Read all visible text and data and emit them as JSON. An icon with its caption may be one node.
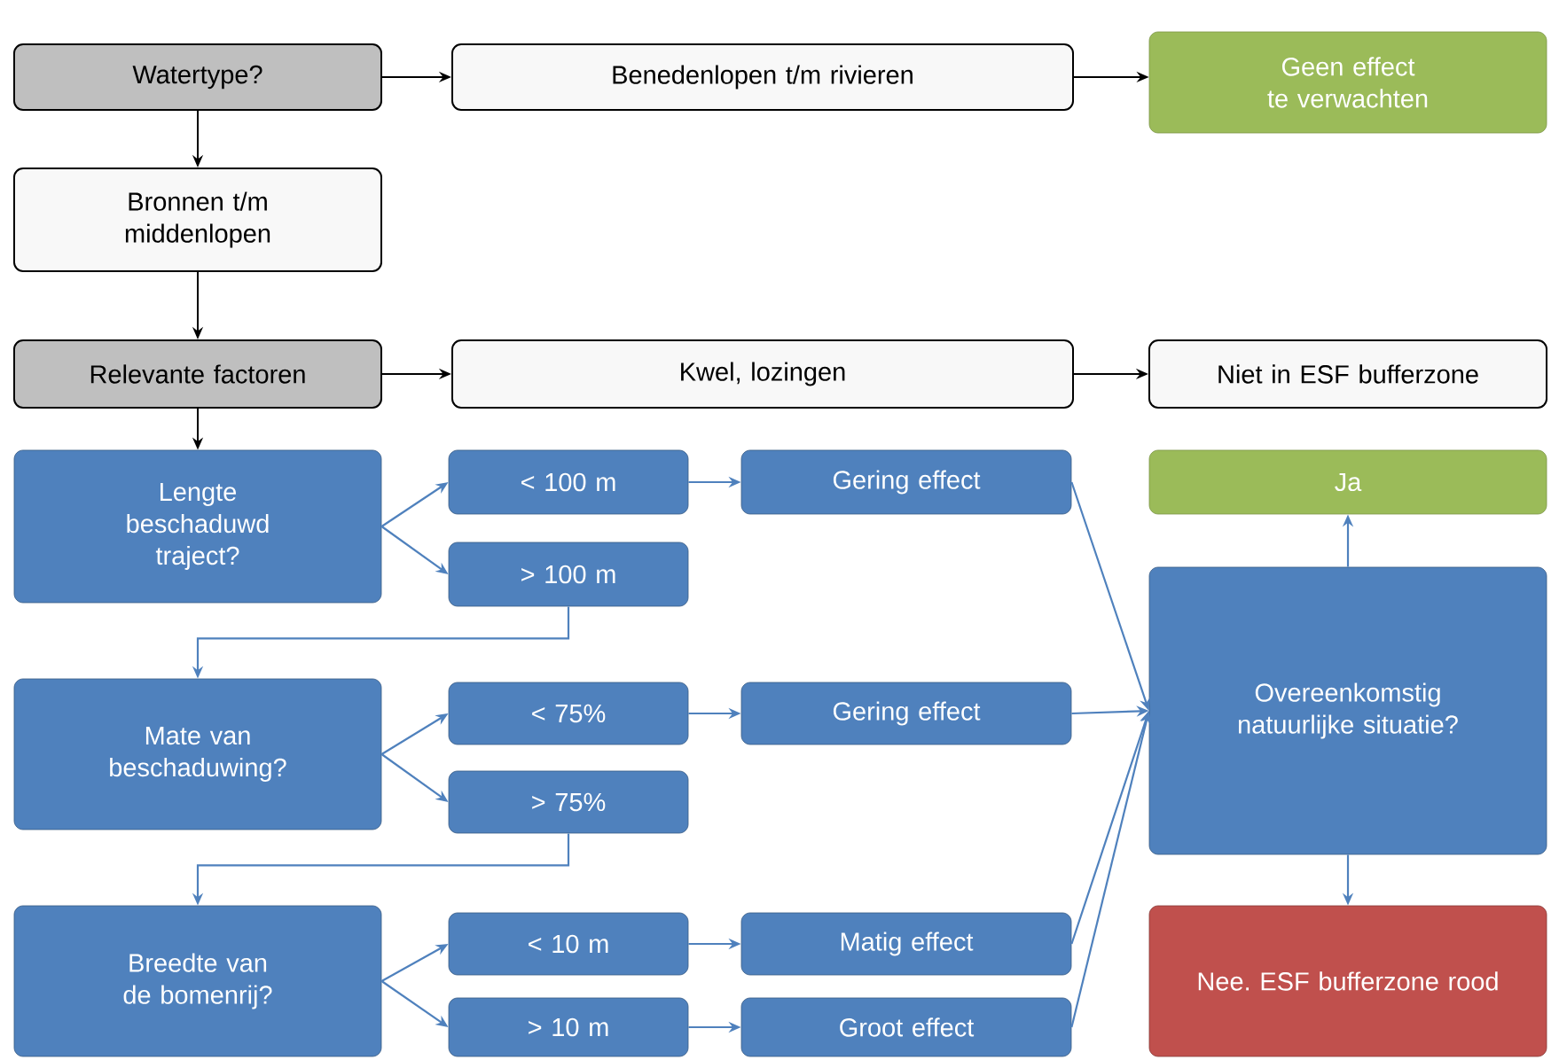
{
  "diagram": {
    "nodes": [
      {
        "text": [
          "Watertype?"
        ]
      },
      {
        "text": [
          "Benedenlopen t/m rivieren"
        ]
      },
      {
        "text": [
          "Geen effect te verwachten"
        ]
      },
      {
        "text": [
          "Bronnen t/m middenlopen"
        ]
      },
      {
        "text": [
          "Relevante factoren"
        ]
      },
      {
        "text": [
          "Kwel, lozingen"
        ]
      },
      {
        "text": [
          "Niet in ESF bufferzone"
        ]
      },
      {
        "text": [
          "Lengte beschaduwd traject?"
        ]
      },
      {
        "text": [
          "< 100 m"
        ]
      },
      {
        "text": [
          "Gering effect"
        ]
      },
      {
        "text": [
          "> 100 m"
        ]
      },
      {
        "text": [
          "Ja"
        ]
      },
      {
        "text": [
          "Overeenkomstig natuurlijke situatie?"
        ]
      },
      {
        "text": [
          "Mate van beschaduwing?"
        ]
      },
      {
        "text": [
          "< 75%"
        ]
      },
      {
        "text": [
          "Gering effect"
        ]
      },
      {
        "text": [
          "> 75%"
        ]
      },
      {
        "text": [
          "Breedte van de bomenrij?"
        ]
      },
      {
        "text": [
          "< 10 m"
        ]
      },
      {
        "text": [
          "Matig effect"
        ]
      },
      {
        "text": [
          "> 10 m"
        ]
      },
      {
        "text": [
          "Groot effect"
        ]
      },
      {
        "text": [
          "Nee. ESF bufferzone rood"
        ]
      }
    ],
    "edges": [
      {
        "from": 0,
        "to": 1,
        "arrow": "to",
        "color": "#000000"
      },
      {
        "from": 1,
        "to": 2,
        "arrow": "to",
        "color": "#000000"
      },
      {
        "from": 0,
        "to": 3,
        "arrow": "to",
        "color": "#000000"
      },
      {
        "from": 3,
        "to": 4,
        "arrow": "to",
        "color": "#000000"
      },
      {
        "from": 4,
        "to": 5,
        "arrow": "to",
        "color": "#000000"
      },
      {
        "from": 5,
        "to": 6,
        "arrow": "to",
        "color": "#000000"
      },
      {
        "from": 4,
        "to": 7,
        "arrow": "to",
        "color": "#000000"
      },
      {
        "from": 7,
        "to": 8,
        "arrow": "to"
      },
      {
        "from": 7,
        "to": 10,
        "arrow": "to"
      },
      {
        "from": 8,
        "to": 9,
        "arrow": "to"
      },
      {
        "from": 10,
        "to": 13,
        "arrow": "to"
      },
      {
        "from": 13,
        "to": 14,
        "arrow": "to"
      },
      {
        "from": 13,
        "to": 16,
        "arrow": "to"
      },
      {
        "from": 14,
        "to": 15,
        "arrow": "to"
      },
      {
        "from": 16,
        "to": 17,
        "arrow": "to"
      },
      {
        "from": 17,
        "to": 18,
        "arrow": "to"
      },
      {
        "from": 17,
        "to": 20,
        "arrow": "to"
      },
      {
        "from": 18,
        "to": 19,
        "arrow": "to"
      },
      {
        "from": 20,
        "to": 21,
        "arrow": "to"
      },
      {
        "from": 9,
        "to": 12,
        "arrow": "to"
      },
      {
        "from": 15,
        "to": 12,
        "arrow": "to"
      },
      {
        "from": 19,
        "to": 12,
        "arrow": "to"
      },
      {
        "from": 21,
        "to": 12,
        "arrow": "to"
      },
      {
        "from": 12,
        "to": 11,
        "arrow": "to"
      },
      {
        "from": 12,
        "to": 22,
        "arrow": "to"
      }
    ]
  }
}
